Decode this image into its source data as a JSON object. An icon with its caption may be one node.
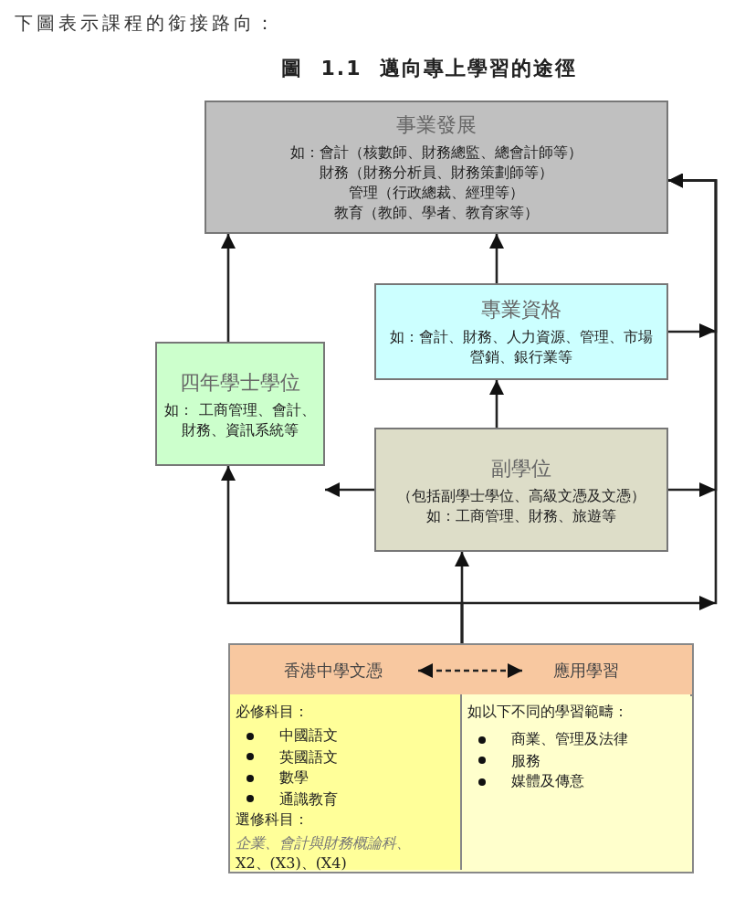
{
  "diagram": {
    "title": "圖 1.1 邁向專上學習的途徑",
    "nodes": [
      {
        "text": [
          "事業發展",
          "如：會計（核數師、財務總監、總會計師等）",
          "財務（財務分析員、財務策劃師等）",
          "管理（行政總裁、經理等）",
          "教育（教師、學者、教育家等）"
        ]
      },
      {
        "text": [
          "專業資格",
          "如：會計、財務、人力資源、管理、市場營銷、銀行業等"
        ]
      },
      {
        "text": [
          "四年學士學位",
          "如： 工商管理、會計、財務、資訊系統等"
        ]
      },
      {
        "text": [
          "副學位",
          "（包括副學士學位、高級文憑及文憑）",
          "如：工商管理、財務、旅遊等"
        ]
      },
      {
        "text": [],
        "shape": "box"
      },
      {
        "text": [
          "香港中學文憑"
        ],
        "in": 4
      },
      {
        "text": [
          "應用學習"
        ],
        "in": 4
      },
      {
        "text": [
          "必修科目：",
          "中國語文",
          "英國語文",
          "數學",
          "通識教育",
          "選修科目：",
          "企業、會計與財務概論科、",
          "X2、(X3)、(X4)"
        ],
        "in": 4
      },
      {
        "text": [
          "如以下不同的學習範疇：",
          "商業、管理及法律",
          "服務",
          "媒體及傳意"
        ],
        "in": 4
      }
    ],
    "edges": [
      {
        "from": 4,
        "to": 2,
        "arrow": "to"
      },
      {
        "from": 4,
        "to": 3,
        "arrow": "to"
      },
      {
        "from": 4,
        "to": 0,
        "arrow": "to"
      },
      {
        "from": 3,
        "to": 2,
        "arrow": "to"
      },
      {
        "from": 3,
        "to": 1,
        "arrow": "to"
      },
      {
        "from": 3,
        "to": 0,
        "arrow": "to"
      },
      {
        "from": 1,
        "to": 0,
        "arrow": "to"
      },
      {
        "from": 1,
        "to": 0,
        "arrow": "to"
      },
      {
        "from": 2,
        "to": 0,
        "arrow": "to"
      },
      {
        "from": 5,
        "to": 6,
        "arrow": "both",
        "style": "dashed"
      }
    ],
    "labels": [
      "下圖表示課程的銜接路向："
    ]
  }
}
